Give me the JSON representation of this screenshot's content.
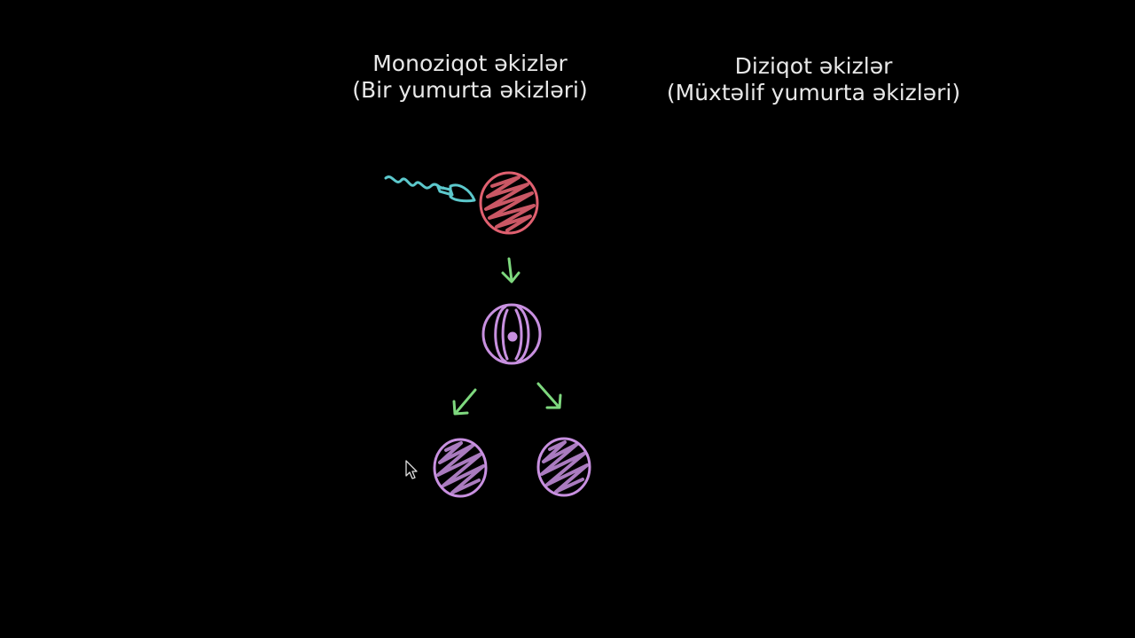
{
  "left_heading": {
    "line1": "Monoziqot əkizlər",
    "line2": "(Bir yumurta əkizləri)"
  },
  "right_heading": {
    "line1": "Diziqot əkizlər",
    "line2": "(Müxtəlif yumurta əkizləri)"
  },
  "colors": {
    "sperm": "#5cc8cc",
    "egg": "#e06070",
    "arrow": "#7ed87e",
    "cell": "#c890e0",
    "text": "#e8e8e8"
  },
  "icons": [
    "sperm-icon",
    "egg-icon",
    "zygote-icon",
    "embryo-icon",
    "arrow-icon",
    "mouse-cursor-icon"
  ]
}
